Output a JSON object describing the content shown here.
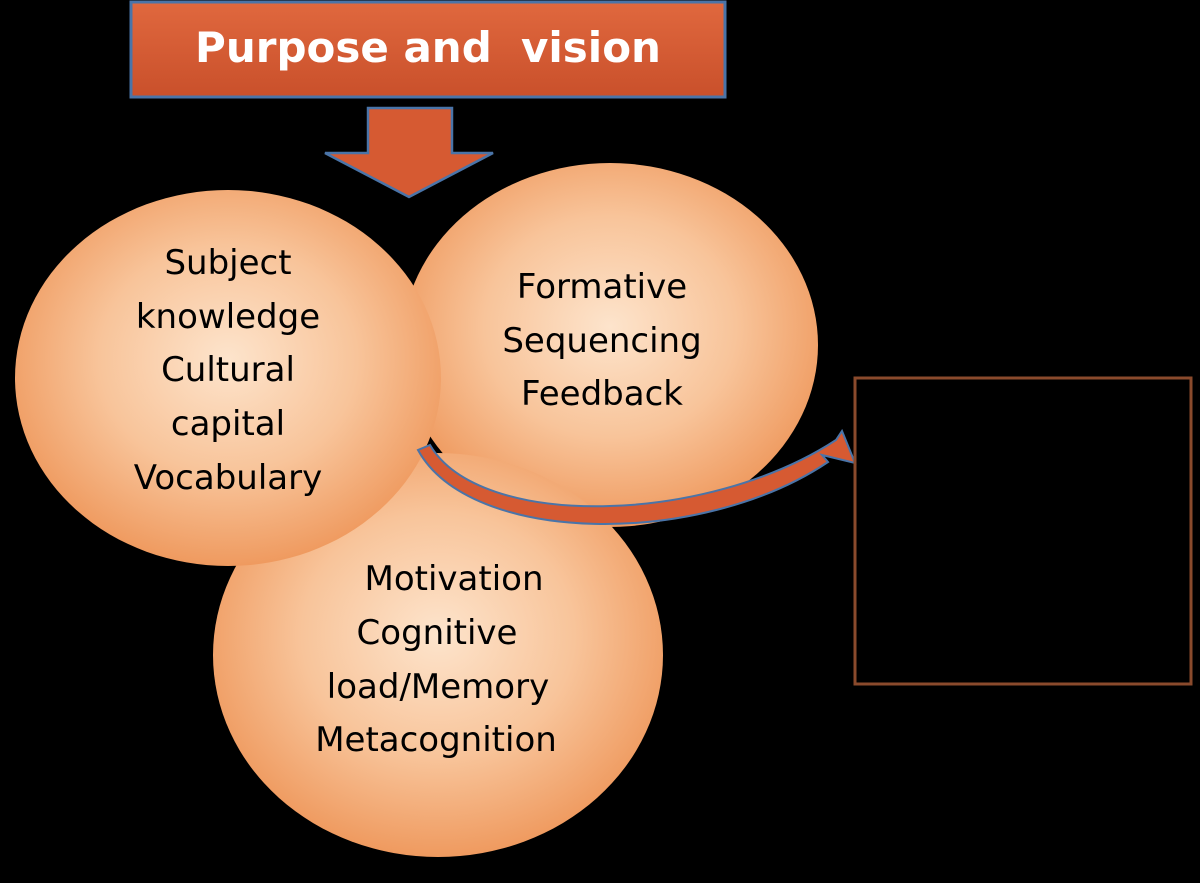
{
  "title": "Purpose and  vision",
  "colors": {
    "background": "#000000",
    "title_fill": "#d65a32",
    "title_border": "#4a74a8",
    "arrow_fill": "#d65a32",
    "circle_light": "#fde2c8",
    "circle_dark": "#f2a46e",
    "result_box_border": "#8a4a2c",
    "text": "#000000"
  },
  "circles": {
    "knowledge": {
      "lines": [
        "Subject",
        "knowledge",
        "Cultural",
        "capital",
        "Vocabulary"
      ]
    },
    "formative": {
      "lines": [
        "Formative",
        "Sequencing",
        "Feedback"
      ]
    },
    "motivation": {
      "lines": [
        "Motivation",
        "Cognitive",
        "load/Memory",
        "Metacognition"
      ]
    }
  },
  "result_box": {
    "text": ""
  }
}
